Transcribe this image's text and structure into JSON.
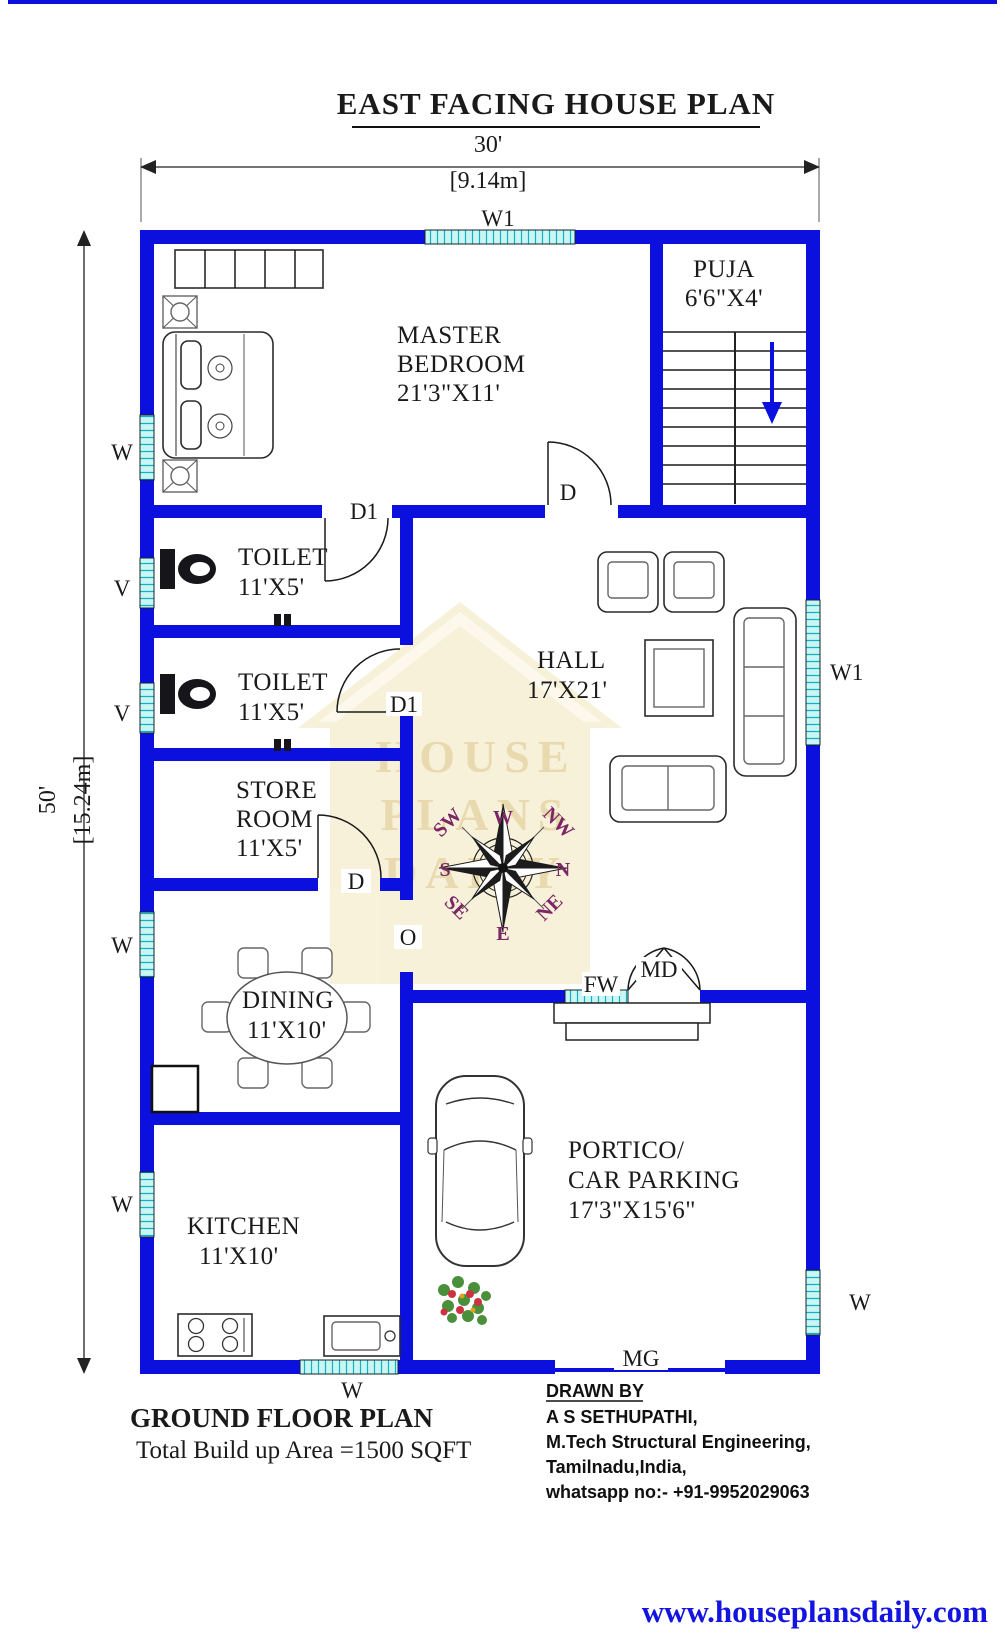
{
  "meta": {
    "title": "EAST FACING HOUSE PLAN"
  },
  "dims": {
    "w_ft": "30'",
    "w_m": "[9.14m]",
    "h_ft": "50'",
    "h_m": "[15.24m]"
  },
  "rooms": {
    "master": {
      "l1": "MASTER",
      "l2": "BEDROOM",
      "size": "21'3\"X11'"
    },
    "puja": {
      "l1": "PUJA",
      "size": "6'6\"X4'"
    },
    "toilet1": {
      "l1": "TOILET",
      "size": "11'X5'"
    },
    "toilet2": {
      "l1": "TOILET",
      "size": "11'X5'"
    },
    "store": {
      "l1": "STORE",
      "l2": "ROOM",
      "size": "11'X5'"
    },
    "hall": {
      "l1": "HALL",
      "size": "17'X21'"
    },
    "dining": {
      "l1": "DINING",
      "size": "11'X10'"
    },
    "kitchen": {
      "l1": "KITCHEN",
      "size": "11'X10'"
    },
    "portico": {
      "l1": "PORTICO/",
      "l2": "CAR PARKING",
      "size": "17'3\"X15'6\""
    }
  },
  "markers": {
    "w": "W",
    "w1": "W1",
    "v": "V",
    "d": "D",
    "d1": "D1",
    "o": "O",
    "fw": "FW",
    "md": "MD",
    "mg": "MG"
  },
  "compass": {
    "n": "N",
    "s": "S",
    "e": "E",
    "w": "W",
    "ne": "NE",
    "nw": "NW",
    "se": "SE",
    "sw": "SW"
  },
  "watermark": {
    "l1": "HOUSE",
    "l2": "PLANS",
    "l3": "DAILY"
  },
  "footer": {
    "plan": "GROUND FLOOR PLAN",
    "area": "Total Build up Area =1500 SQFT",
    "drawn_by": "DRAWN BY",
    "name": "A S SETHUPATHI,",
    "deg": "M.Tech Structural Engineering,",
    "loc": "Tamilnadu,India,",
    "whatsapp": "whatsapp no:- +91-9952029063",
    "website": "www.houseplansdaily.com"
  },
  "colors": {
    "wall": "#0b10df",
    "window": "#c9f6f4",
    "hatch": "#14b0c0",
    "accent": "#7b2766",
    "link": "#1414e0",
    "wm_bg": "#f8f1d9",
    "wm_text": "#e7d8ab",
    "ink": "#1a1a1a"
  }
}
